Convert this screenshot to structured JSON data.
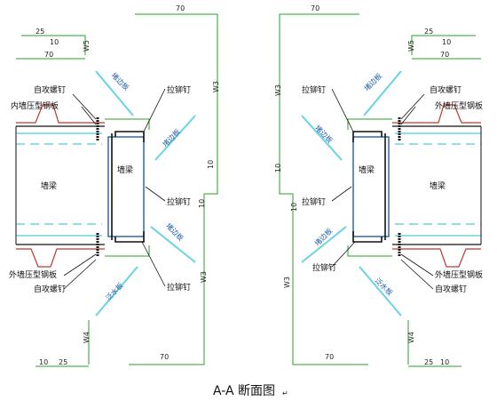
{
  "caption": "A-A 断面图",
  "caption_mark": "↵",
  "dims": {
    "d70": "70",
    "d25": "25",
    "d10": "10",
    "w5": "W5",
    "w3": "W3",
    "w4": "W4"
  },
  "labels": {
    "self_tap_screw": "自攻螺钉",
    "inner_panel": "内墙压型钢板",
    "outer_panel": "外墙压型钢板",
    "rivet": "拉铆钉",
    "wall_beam": "墙梁",
    "flashing": "堵边板",
    "drip": "泛水板"
  },
  "colors": {
    "dim_green": "#2aa02a",
    "beam_blue": "#1f5fa8",
    "panel_red": "#c0392b",
    "arrow_cyan": "#67d3e6",
    "cyan_line": "#1fc3cf",
    "black": "#111111"
  }
}
